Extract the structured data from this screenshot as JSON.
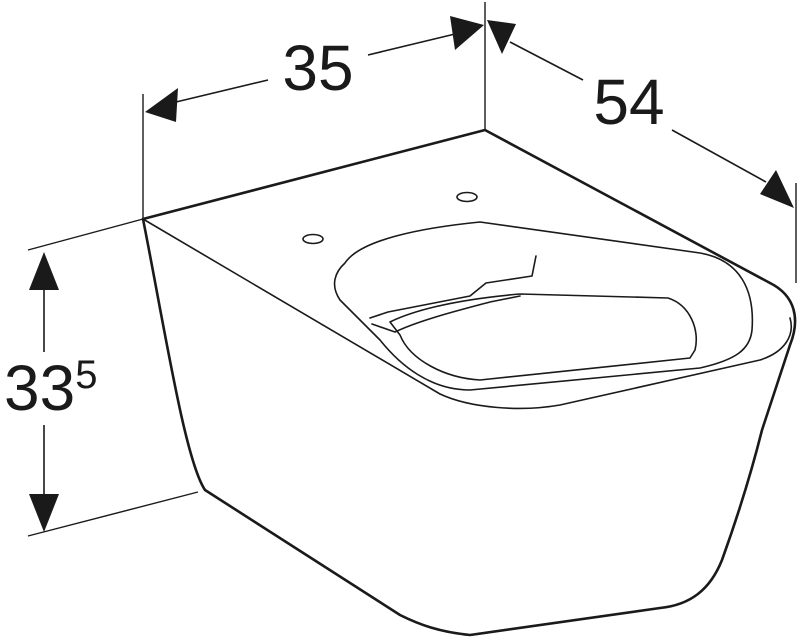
{
  "dimensions": {
    "width": "35",
    "depth": "54",
    "height_main": "33",
    "height_sup": "5"
  }
}
